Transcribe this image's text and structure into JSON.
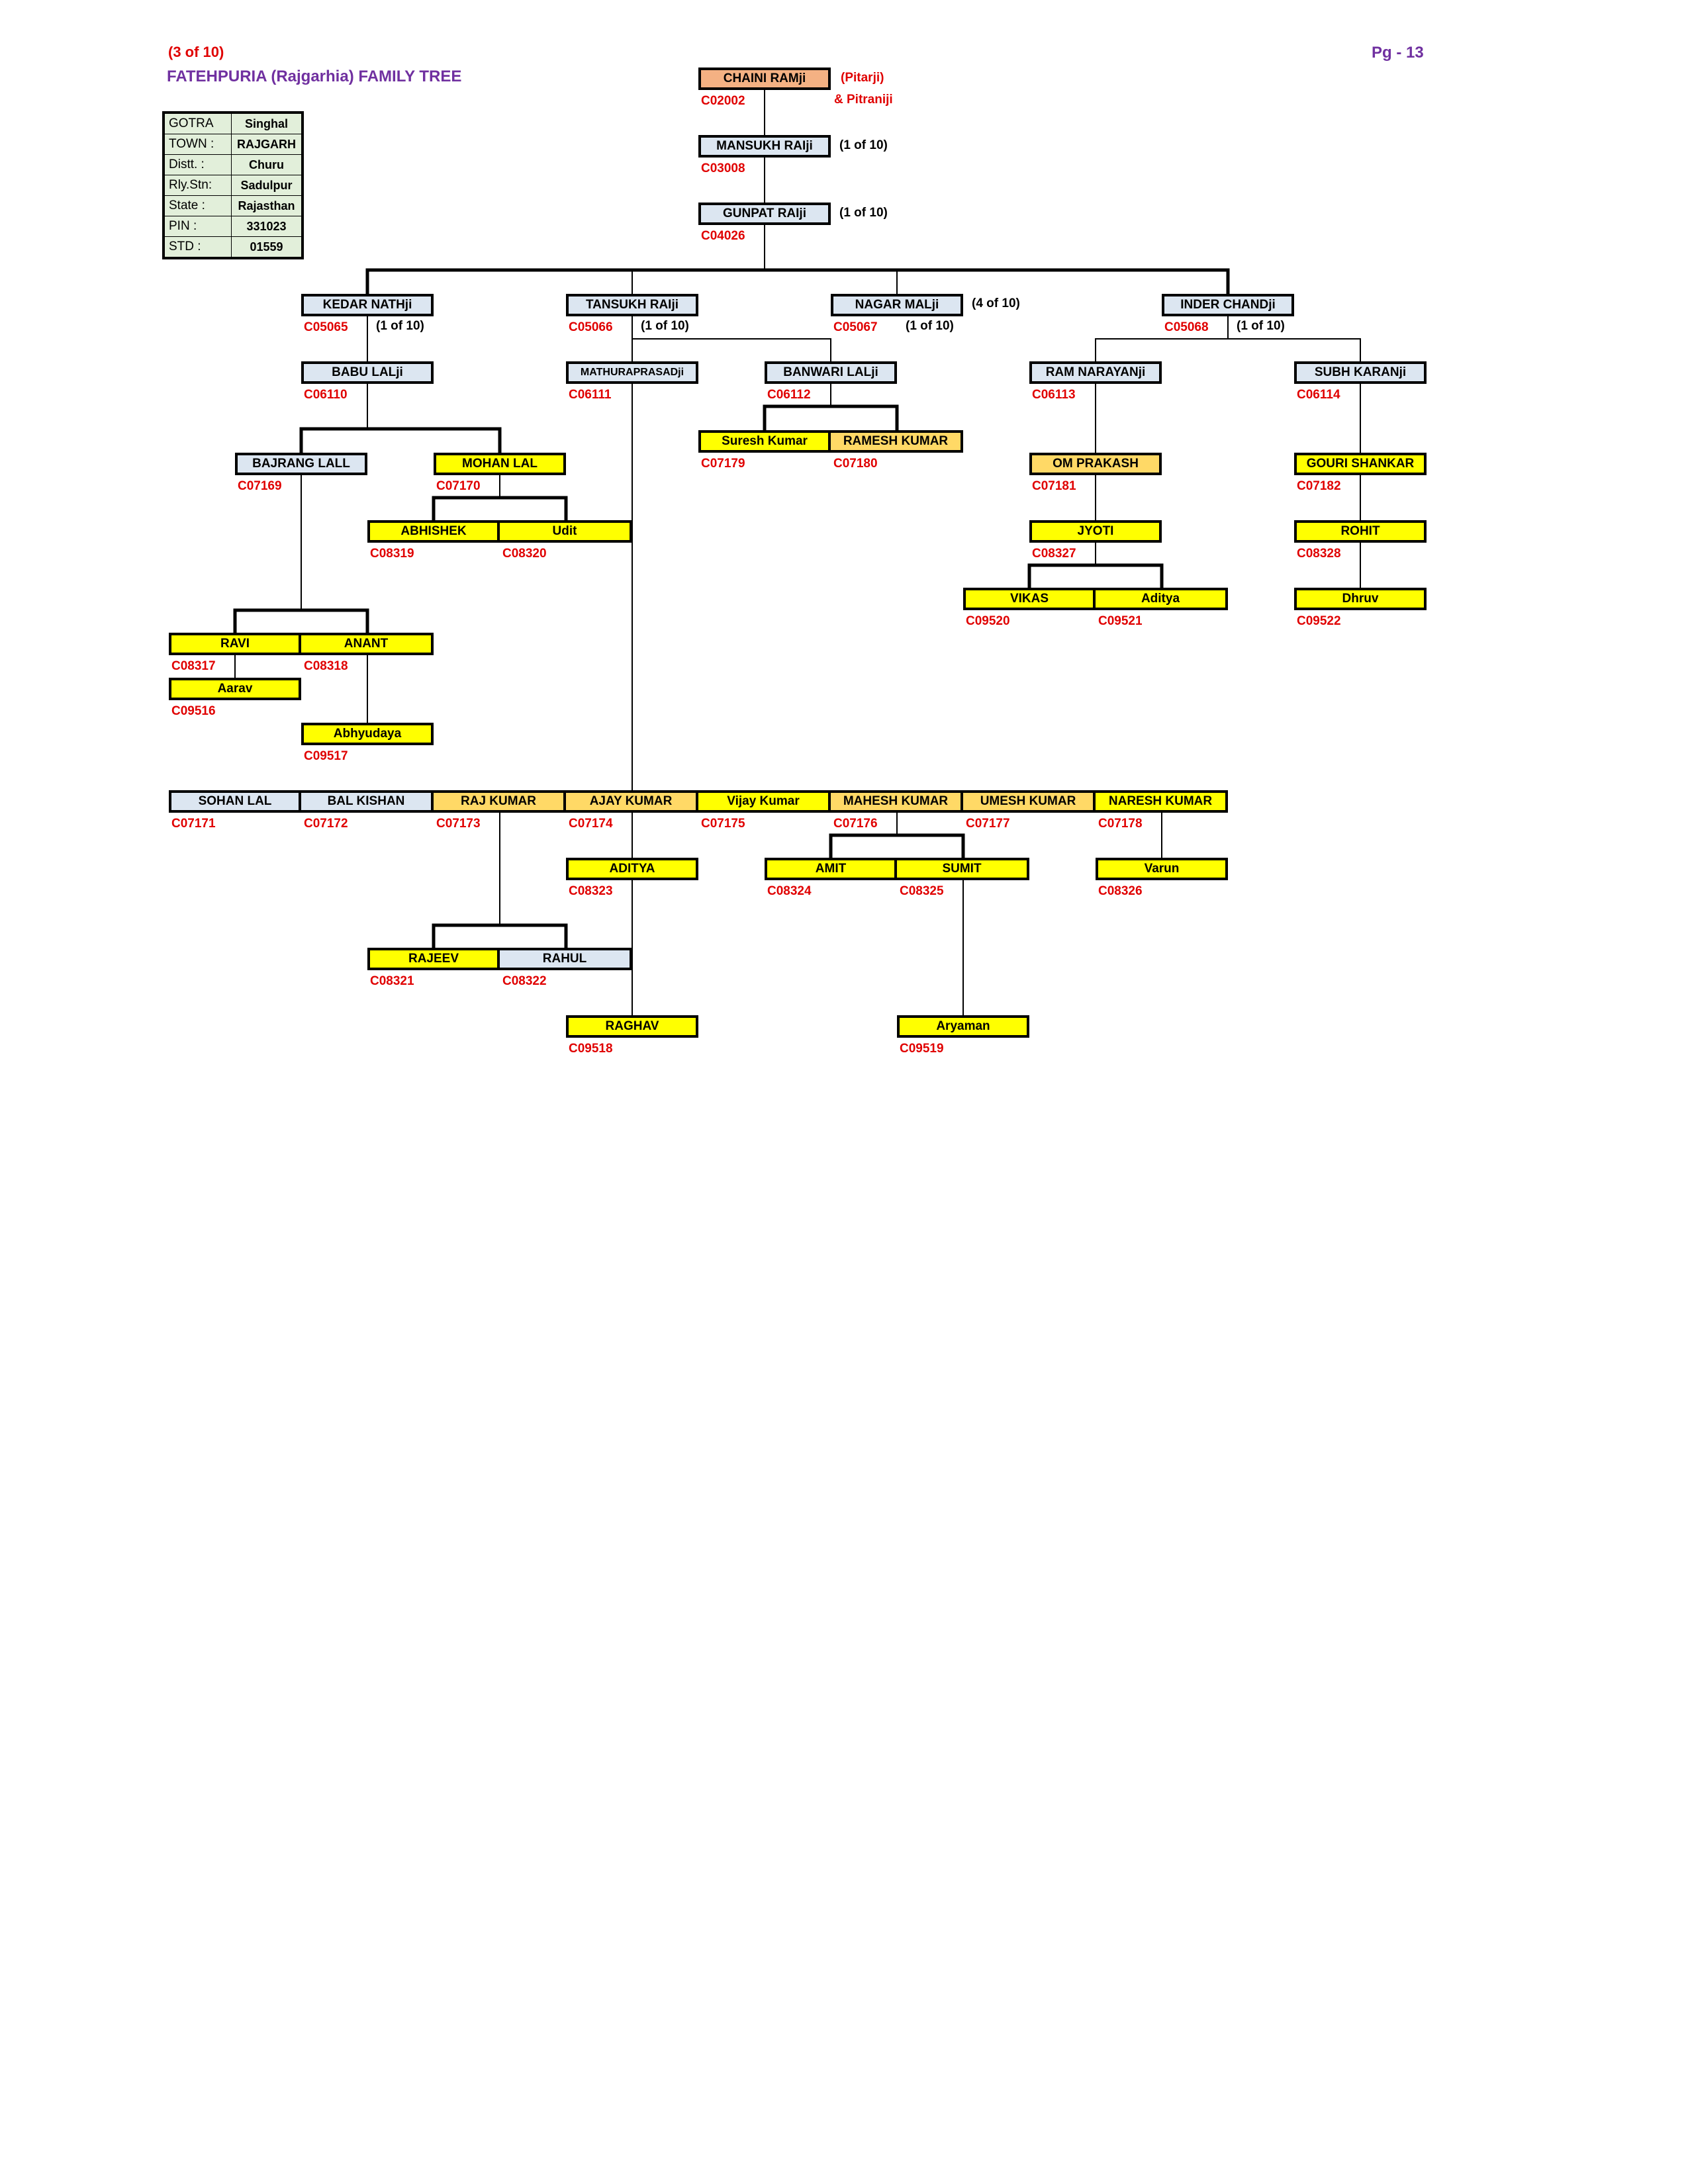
{
  "header": {
    "page_of": "(3 of 10)",
    "title": "FATEHPURIA (Rajgarhia) FAMILY  TREE",
    "page_number": "Pg - 13"
  },
  "info_table": [
    {
      "key": "GOTRA",
      "value": "Singhal"
    },
    {
      "key": "TOWN :",
      "value": "RAJGARH"
    },
    {
      "key": "Distt. :",
      "value": "Churu"
    },
    {
      "key": "Rly.Stn:",
      "value": "Sadulpur"
    },
    {
      "key": "State :",
      "value": "Rajasthan"
    },
    {
      "key": "PIN :",
      "value": "331023"
    },
    {
      "key": "STD :",
      "value": "01559"
    }
  ],
  "root_notes": {
    "pitarji": "(Pitarji)",
    "pitraniji": "& Pitraniji"
  },
  "colors": {
    "light": "#dce6f1",
    "yellow": "#ffff00",
    "orange": "#ffd966",
    "salmon": "#f4b183",
    "code_red": "#e00000",
    "title_purple": "#7030a0"
  },
  "persons": [
    {
      "id": "chaini",
      "name": "CHAINI RAMji",
      "code": "C02002",
      "fill": "salmon"
    },
    {
      "id": "mansukh",
      "name": "MANSUKH RAIji",
      "code": "C03008",
      "note": "(1 of 10)",
      "fill": "light"
    },
    {
      "id": "gunpat",
      "name": "GUNPAT RAIji",
      "code": "C04026",
      "note": "(1 of 10)",
      "fill": "light"
    },
    {
      "id": "kedar",
      "name": "KEDAR NATHji",
      "code": "C05065",
      "note": "(1 of 10)",
      "fill": "light"
    },
    {
      "id": "tansukh",
      "name": "TANSUKH RAIji",
      "code": "C05066",
      "note": "(1 of 10)",
      "fill": "light"
    },
    {
      "id": "nagar",
      "name": "NAGAR MALji",
      "code": "C05067",
      "note": "(1 of 10)",
      "note2": "(4 of 10)",
      "fill": "light"
    },
    {
      "id": "inder",
      "name": "INDER CHANDji",
      "code": "C05068",
      "note": "(1 of 10)",
      "fill": "light"
    },
    {
      "id": "babu",
      "name": "BABU LALji",
      "code": "C06110",
      "fill": "light"
    },
    {
      "id": "mathura",
      "name": "MATHURAPRASADji",
      "code": "C06111",
      "fill": "light"
    },
    {
      "id": "banwari",
      "name": "BANWARI LALji",
      "code": "C06112",
      "fill": "light"
    },
    {
      "id": "ramnarayan",
      "name": "RAM NARAYANji",
      "code": "C06113",
      "fill": "light"
    },
    {
      "id": "subh",
      "name": "SUBH KARANji",
      "code": "C06114",
      "fill": "light"
    },
    {
      "id": "bajrang",
      "name": "BAJRANG LALL",
      "code": "C07169",
      "fill": "light"
    },
    {
      "id": "mohan",
      "name": "MOHAN LAL",
      "code": "C07170",
      "fill": "yellow"
    },
    {
      "id": "suresh",
      "name": "Suresh Kumar",
      "code": "C07179",
      "fill": "yellow"
    },
    {
      "id": "ramesh",
      "name": "RAMESH KUMAR",
      "code": "C07180",
      "fill": "orange"
    },
    {
      "id": "omprakash",
      "name": "OM PRAKASH",
      "code": "C07181",
      "fill": "orange"
    },
    {
      "id": "gouri",
      "name": "GOURI SHANKAR",
      "code": "C07182",
      "fill": "yellow"
    },
    {
      "id": "abhishek",
      "name": "ABHISHEK",
      "code": "C08319",
      "fill": "yellow"
    },
    {
      "id": "udit",
      "name": "Udit",
      "code": "C08320",
      "fill": "yellow"
    },
    {
      "id": "jyoti",
      "name": "JYOTI",
      "code": "C08327",
      "fill": "yellow"
    },
    {
      "id": "rohit",
      "name": "ROHIT",
      "code": "C08328",
      "fill": "yellow"
    },
    {
      "id": "vikas",
      "name": "VIKAS",
      "code": "C09520",
      "fill": "yellow"
    },
    {
      "id": "aditya2",
      "name": "Aditya",
      "code": "C09521",
      "fill": "yellow"
    },
    {
      "id": "dhruv",
      "name": "Dhruv",
      "code": "C09522",
      "fill": "yellow"
    },
    {
      "id": "ravi",
      "name": "RAVI",
      "code": "C08317",
      "fill": "yellow"
    },
    {
      "id": "anant",
      "name": "ANANT",
      "code": "C08318",
      "fill": "yellow"
    },
    {
      "id": "aarav",
      "name": "Aarav",
      "code": "C09516",
      "fill": "yellow"
    },
    {
      "id": "abhyudaya",
      "name": "Abhyudaya",
      "code": "C09517",
      "fill": "yellow"
    },
    {
      "id": "sohan",
      "name": "SOHAN LAL",
      "code": "C07171",
      "fill": "light"
    },
    {
      "id": "balkishan",
      "name": "BAL KISHAN",
      "code": "C07172",
      "fill": "light"
    },
    {
      "id": "rajkumar",
      "name": "RAJ KUMAR",
      "code": "C07173",
      "fill": "orange"
    },
    {
      "id": "ajay",
      "name": "AJAY KUMAR",
      "code": "C07174",
      "fill": "orange"
    },
    {
      "id": "vijay",
      "name": "Vijay Kumar",
      "code": "C07175",
      "fill": "yellow"
    },
    {
      "id": "mahesh",
      "name": "MAHESH KUMAR",
      "code": "C07176",
      "fill": "orange"
    },
    {
      "id": "umesh",
      "name": "UMESH KUMAR",
      "code": "C07177",
      "fill": "orange"
    },
    {
      "id": "naresh",
      "name": "NARESH KUMAR",
      "code": "C07178",
      "fill": "yellow"
    },
    {
      "id": "aditya",
      "name": "ADITYA",
      "code": "C08323",
      "fill": "yellow"
    },
    {
      "id": "amit",
      "name": "AMIT",
      "code": "C08324",
      "fill": "yellow"
    },
    {
      "id": "sumit",
      "name": "SUMIT",
      "code": "C08325",
      "fill": "yellow"
    },
    {
      "id": "varun",
      "name": "Varun",
      "code": "C08326",
      "fill": "yellow"
    },
    {
      "id": "rajeev",
      "name": "RAJEEV",
      "code": "C08321",
      "fill": "yellow"
    },
    {
      "id": "rahul",
      "name": "RAHUL",
      "code": "C08322",
      "fill": "light"
    },
    {
      "id": "raghav",
      "name": "RAGHAV",
      "code": "C09518",
      "fill": "yellow"
    },
    {
      "id": "aryaman",
      "name": "Aryaman",
      "code": "C09519",
      "fill": "yellow"
    }
  ]
}
